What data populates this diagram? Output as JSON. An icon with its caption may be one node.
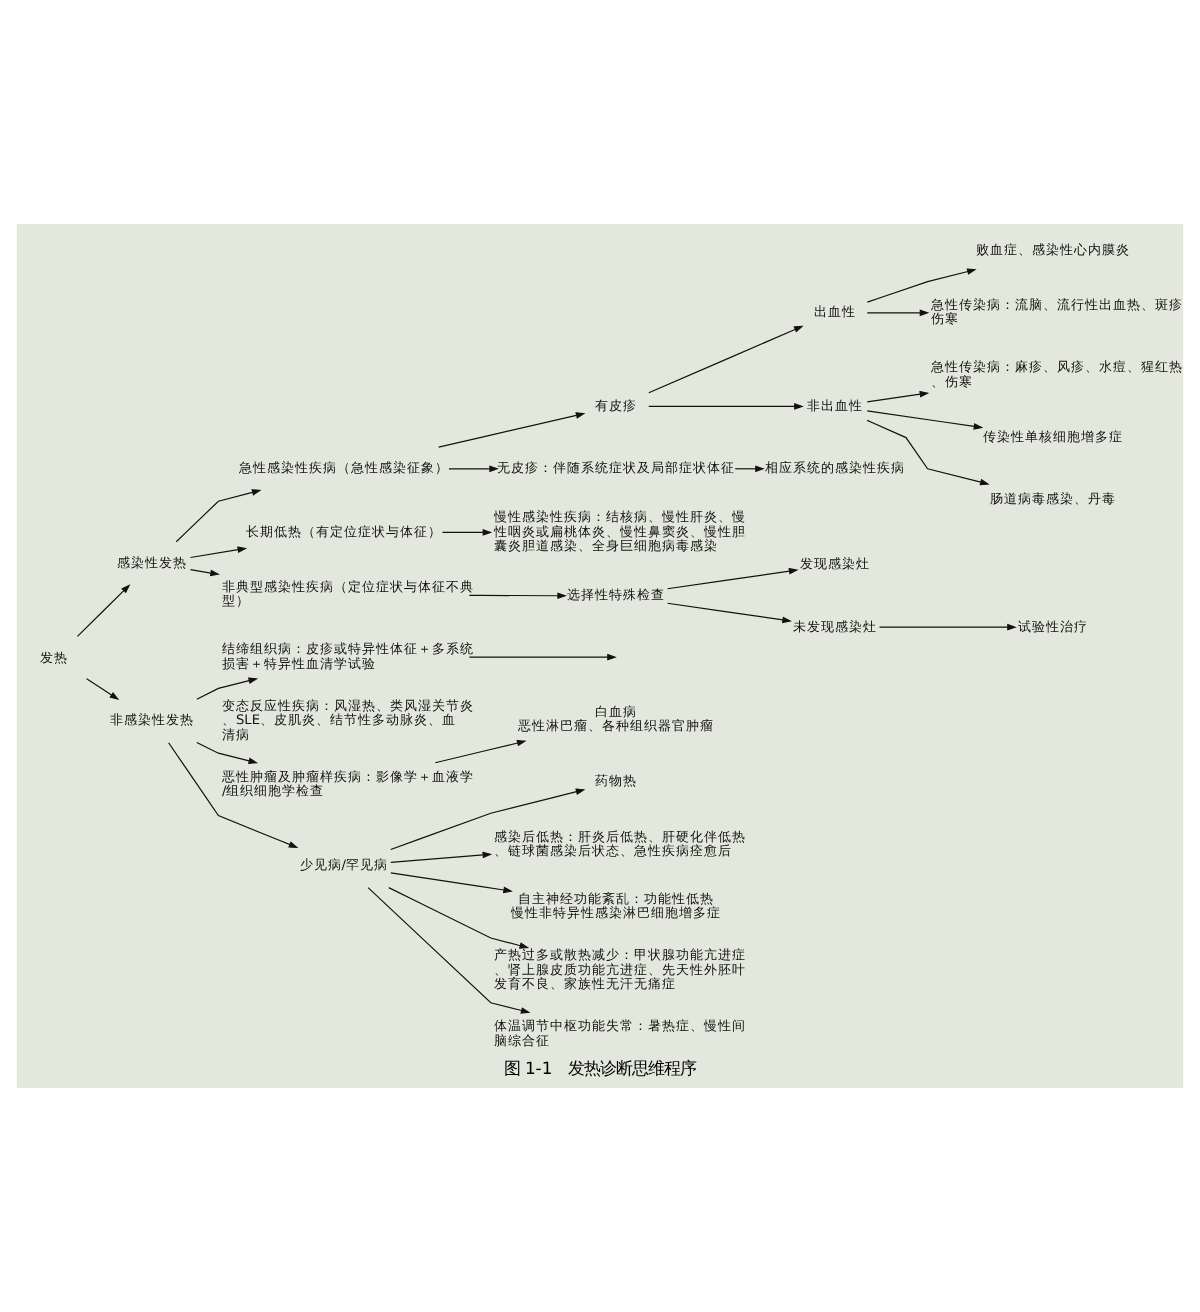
{
  "diagram": {
    "caption": "图 1-1　发热诊断思维程序",
    "nodes": [
      {
        "text": [
          "发热"
        ]
      },
      {
        "text": [
          "感染性发热"
        ]
      },
      {
        "text": [
          "急性感染性疾病（急性感染征象）"
        ]
      },
      {
        "text": [
          "有皮疹"
        ]
      },
      {
        "text": [
          "出血性"
        ]
      },
      {
        "text": [
          "败血症、感染性心内膜炎"
        ]
      },
      {
        "text": [
          "急性传染病：流脑、流行性出血热、斑疹伤寒"
        ]
      },
      {
        "text": [
          "非出血性"
        ]
      },
      {
        "text": [
          "急性传染病：麻疹、风疹、水痘、猩红热、伤寒"
        ]
      },
      {
        "text": [
          "传染性单核细胞增多症"
        ]
      },
      {
        "text": [
          "肠道病毒感染、丹毒"
        ]
      },
      {
        "text": [
          "无皮疹：伴随系统症状及局部症状体征"
        ]
      },
      {
        "text": [
          "相应系统的感染性疾病"
        ]
      },
      {
        "text": [
          "长期低热（有定位症状与体征）"
        ]
      },
      {
        "text": [
          "慢性感染性疾病：结核病、慢性肝炎、慢性咽炎或扁桃体炎、慢性鼻窦炎、慢性胆囊炎胆道感染、全身巨细胞病毒感染"
        ]
      },
      {
        "text": [
          "非典型感染性疾病（定位症状与体征不典型）"
        ]
      },
      {
        "text": [
          "选择性特殊检查"
        ]
      },
      {
        "text": [
          "发现感染灶"
        ]
      },
      {
        "text": [
          "未发现感染灶"
        ]
      },
      {
        "text": [
          "试验性治疗"
        ]
      },
      {
        "text": [
          "非感染性发热"
        ]
      },
      {
        "text": [
          "结缔组织病：皮疹或特异性体征＋多系统损害＋特异性血清学试验"
        ]
      },
      {
        "text": [
          "变态反应性疾病：风湿热、类风湿关节炎、SLE、皮肌炎、结节性多动脉炎、血清病"
        ]
      },
      {
        "text": [
          "恶性肿瘤及肿瘤样疾病：影像学＋血液学/组织细胞学检查"
        ]
      },
      {
        "text": [
          "白血病",
          "恶性淋巴瘤、各种组织器官肿瘤"
        ]
      },
      {
        "text": [
          "少见病/罕见病"
        ]
      },
      {
        "text": [
          "药物热"
        ]
      },
      {
        "text": [
          "感染后低热：肝炎后低热、肝硬化伴低热、链球菌感染后状态、急性疾病痊愈后"
        ]
      },
      {
        "text": [
          "自主神经功能紊乱：功能性低热",
          "慢性非特异性感染淋巴细胞增多症"
        ]
      },
      {
        "text": [
          "产热过多或散热减少：甲状腺功能亢进症、肾上腺皮质功能亢进症、先天性外胚叶发育不良、家族性无汗无痛症"
        ]
      },
      {
        "text": [
          "体温调节中枢功能失常：暑热症、慢性间脑综合征"
        ]
      }
    ],
    "edges": [
      {
        "from": 0,
        "to": 1,
        "arrow": "to"
      },
      {
        "from": 0,
        "to": 20,
        "arrow": "to"
      },
      {
        "from": 1,
        "to": 2,
        "arrow": "to"
      },
      {
        "from": 1,
        "to": 13,
        "arrow": "to"
      },
      {
        "from": 1,
        "to": 15,
        "arrow": "to"
      },
      {
        "from": 2,
        "to": 3,
        "arrow": "to"
      },
      {
        "from": 2,
        "to": 11,
        "arrow": "to"
      },
      {
        "from": 3,
        "to": 4,
        "arrow": "to"
      },
      {
        "from": 3,
        "to": 7,
        "arrow": "to"
      },
      {
        "from": 4,
        "to": 5,
        "arrow": "to"
      },
      {
        "from": 4,
        "to": 6,
        "arrow": "to"
      },
      {
        "from": 7,
        "to": 8,
        "arrow": "to"
      },
      {
        "from": 7,
        "to": 9,
        "arrow": "to"
      },
      {
        "from": 7,
        "to": 10,
        "arrow": "to"
      },
      {
        "from": 11,
        "to": 12,
        "arrow": "to"
      },
      {
        "from": 13,
        "to": 14,
        "arrow": "to"
      },
      {
        "from": 15,
        "to": 16,
        "arrow": "to"
      },
      {
        "from": 16,
        "to": 17,
        "arrow": "to"
      },
      {
        "from": 16,
        "to": 18,
        "arrow": "to"
      },
      {
        "from": 18,
        "to": 19,
        "arrow": "to"
      },
      {
        "from": 20,
        "to": 21,
        "arrow": "to"
      },
      {
        "from": 20,
        "to": 23,
        "arrow": "to"
      },
      {
        "from": 20,
        "to": 25,
        "arrow": "to"
      },
      {
        "from": 21,
        "to": null,
        "arrow": "to"
      },
      {
        "from": 23,
        "to": 24,
        "arrow": "to"
      },
      {
        "from": 25,
        "to": 26,
        "arrow": "to"
      },
      {
        "from": 25,
        "to": 27,
        "arrow": "to"
      },
      {
        "from": 25,
        "to": 28,
        "arrow": "to"
      },
      {
        "from": 25,
        "to": 29,
        "arrow": "to"
      },
      {
        "from": 25,
        "to": 30,
        "arrow": "to"
      }
    ]
  }
}
